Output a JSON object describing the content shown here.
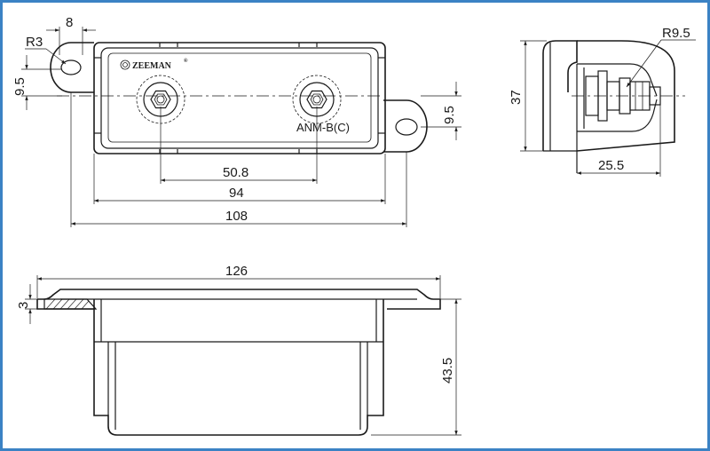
{
  "brand": {
    "name": "ZEEMAN",
    "registered_mark": "®",
    "logo_icon": "zeeman-seal-icon"
  },
  "model_label": "ANM-B(C)",
  "colors": {
    "frame_border": "#3b82c4",
    "line": "#1a1a1a",
    "background": "#ffffff"
  },
  "dimensions": {
    "top_view": {
      "ear_width": "8",
      "ear_radius": "R3",
      "ear_offset_left": "9.5",
      "ear_offset_right": "9.5",
      "stud_spacing": "50.8",
      "body_width": "94",
      "overall_length": "108"
    },
    "side_view": {
      "radius": "R9.5",
      "height": "37",
      "stud_depth": "25.5"
    },
    "front_view": {
      "flange_length": "126",
      "flange_thickness": "3",
      "overall_height": "43.5"
    }
  }
}
